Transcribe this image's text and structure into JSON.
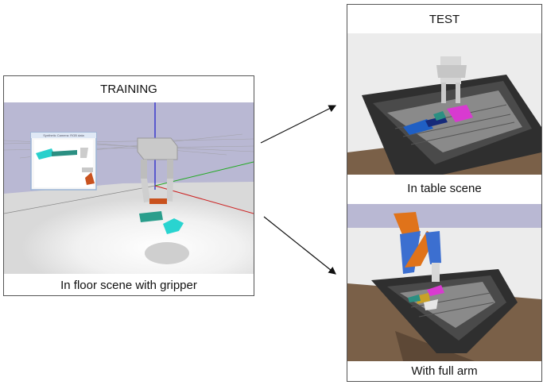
{
  "training": {
    "title": "TRAINING",
    "caption": "In floor scene with gripper",
    "inset_label": "Synthetic Camera: RGB data"
  },
  "test": {
    "title": "TEST",
    "top_caption": "In table scene",
    "bottom_caption": "With full arm"
  }
}
